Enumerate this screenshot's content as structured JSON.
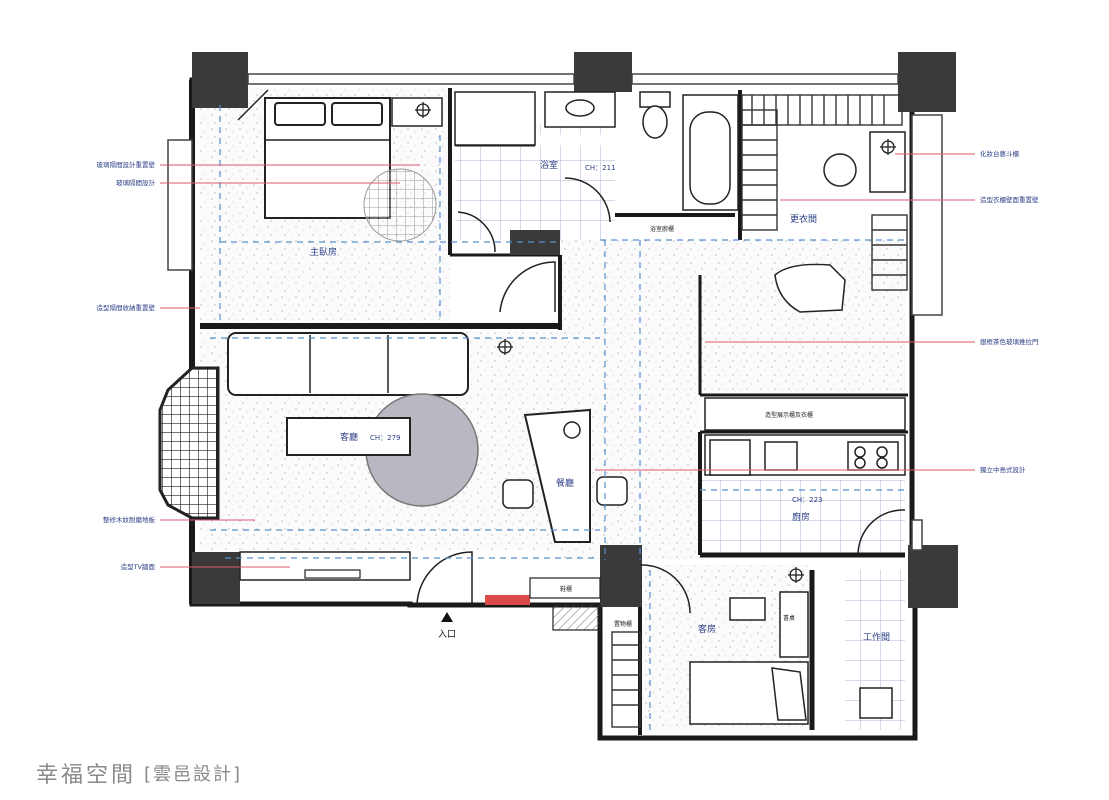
{
  "plan": {
    "rooms": {
      "master_bedroom": "主臥房",
      "bathroom": "浴室",
      "closet": "更衣間",
      "living_room": "客廳",
      "dining": "餐廳",
      "kitchen": "廚房",
      "guest_room": "客房",
      "work_room": "工作間",
      "entrance": "入口"
    },
    "ceiling": {
      "living": "CH：279",
      "bath": "CH：211",
      "kitchen": "CH：223"
    },
    "furniture_labels": {
      "bath_cabinet": "浴室廚櫃",
      "kitchen_cabinet": "造型展示櫃及衣櫃",
      "shoe_cabinet": "鞋櫃",
      "storage": "置物櫃",
      "desk": "書桌"
    },
    "annotations_left": [
      "玻璃隔間設計重置壁",
      "玻璃隔間設計",
      "造型隔間收納重置壁",
      "整修木紋耐磨地板",
      "造型TV牆面"
    ],
    "annotations_right": [
      "化妝台藝斗櫃",
      "造型衣櫃壁面重置壁",
      "銀框茶色玻璃推拉門",
      "獨立中島式設計"
    ]
  },
  "watermark": {
    "brand": "幸福空間",
    "studio": "[雲邑設計]"
  }
}
